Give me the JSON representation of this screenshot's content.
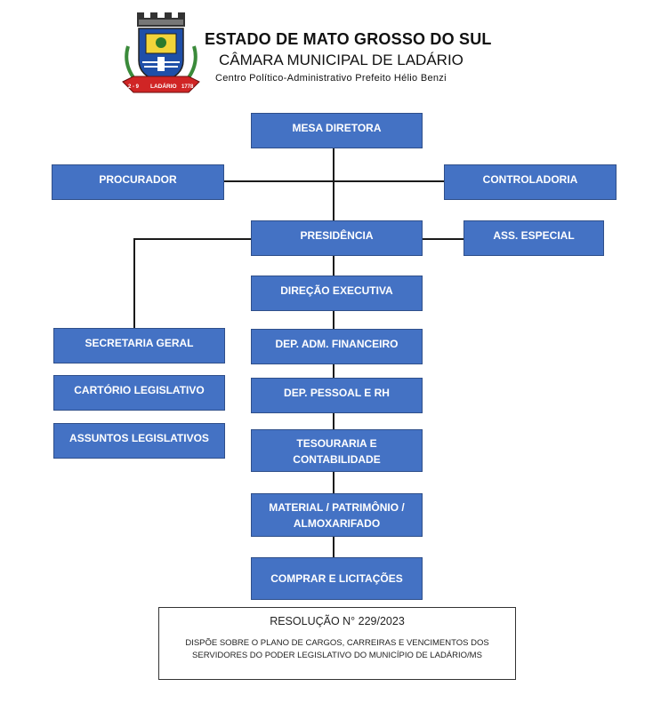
{
  "header": {
    "state": "ESTADO DE MATO GROSSO DO SUL",
    "chamber": "CÂMARA MUNICIPAL DE LADÁRIO",
    "center": "Centro Político-Administrativo Prefeito Hélio Benzi",
    "crest": {
      "ribbon_left": "2 - 9",
      "ribbon_center": "LADÁRIO",
      "ribbon_right": "1778"
    }
  },
  "org": {
    "mesa": "MESA DIRETORA",
    "procurador": "PROCURADOR",
    "controladoria": "CONTROLADORIA",
    "presidencia": "PRESIDÊNCIA",
    "assessoria": "ASS. ESPECIAL",
    "direcao": "DIREÇÃO EXECUTIVA",
    "secretaria": "SECRETARIA GERAL",
    "cartorio": "CARTÓRIO LEGISLATIVO",
    "assuntos": "ASSUNTOS LEGISLATIVOS",
    "financeiro": "DEP. ADM. FINANCEIRO",
    "pessoal": "DEP. PESSOAL E RH",
    "tesouraria_1": "TESOURARIA E",
    "tesouraria_2": "CONTABILIDADE",
    "material_1": "MATERIAL / PATRIMÔNIO /",
    "material_2": "ALMOXARIFADO",
    "compras": "COMPRAR E LICITAÇÕES"
  },
  "resolution": {
    "title": "RESOLUÇÃO N° 229/2023",
    "line1": "DISPÕE SOBRE O PLANO DE CARGOS, CARREIRAS E VENCIMENTOS DOS",
    "line2": "SERVIDORES DO PODER LEGISLATIVO DO MUNICÍPIO DE LADÁRIO/MS"
  },
  "colors": {
    "box": "#4472c4",
    "box_border": "#2f4f8a",
    "line": "#1a1a1a"
  }
}
